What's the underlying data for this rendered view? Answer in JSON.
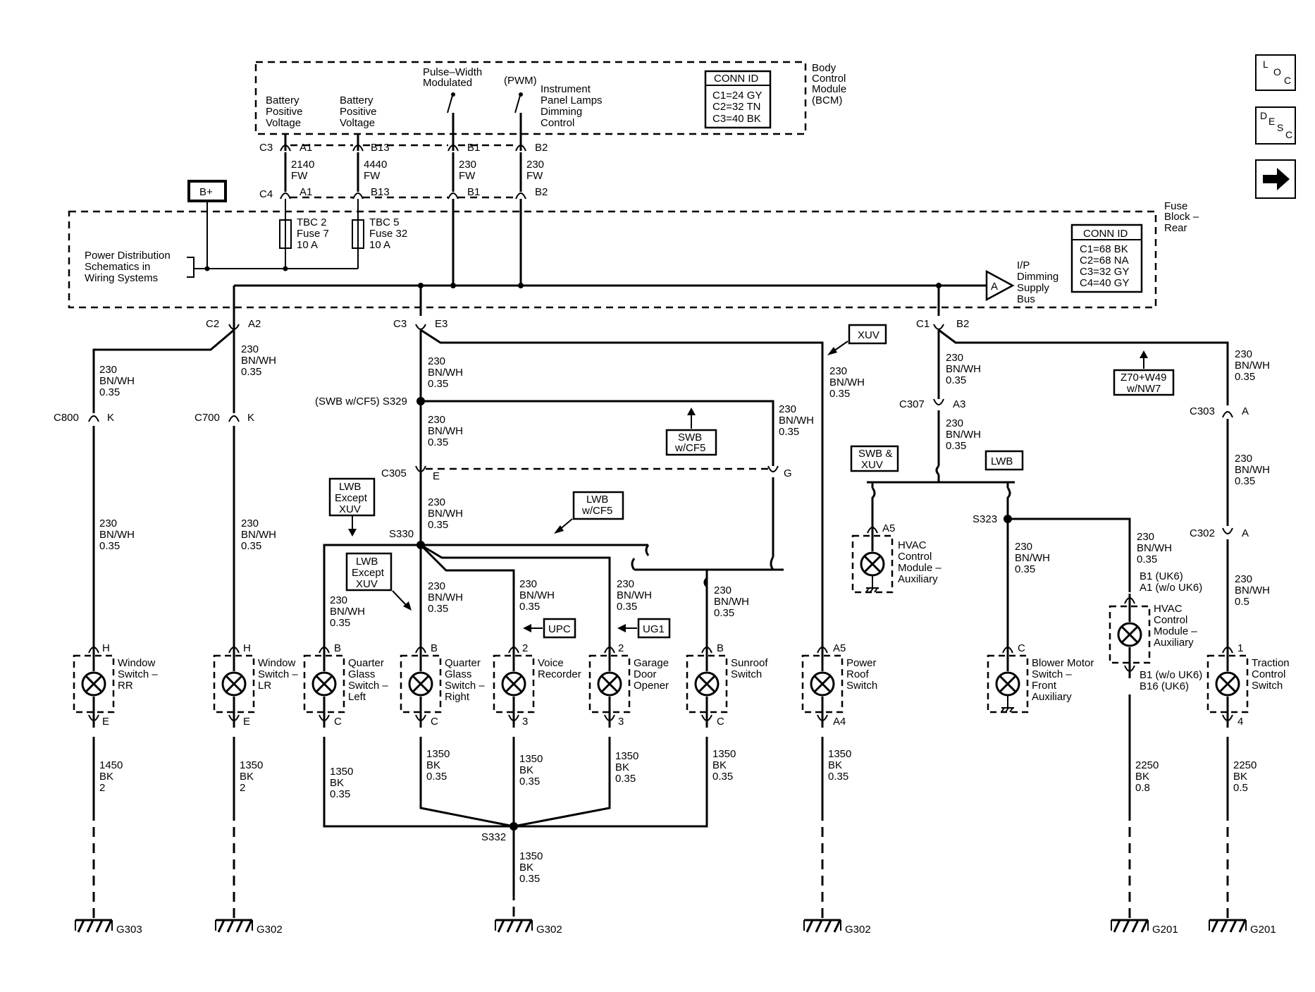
{
  "bcm": {
    "title_lines": [
      "Body",
      "Control",
      "Module",
      "(BCM)"
    ],
    "inputs": [
      {
        "label_lines": [
          "Battery",
          "Positive",
          "Voltage"
        ]
      },
      {
        "label_lines": [
          "Battery",
          "Positive",
          "Voltage"
        ]
      },
      {
        "label_lines": [
          "Pulse–Width",
          "Modulated"
        ]
      },
      {
        "label_lines": [
          "(PWM)"
        ]
      }
    ],
    "ip_lamps_lines": [
      "Instrument",
      "Panel Lamps",
      "Dimming",
      "Control"
    ],
    "conn_id": {
      "title": "CONN ID",
      "lines": [
        "C1=24 GY",
        "C2=32 TN",
        "C3=40 BK"
      ]
    },
    "pins": [
      {
        "conn": "C3",
        "pin": "A1",
        "circuit": "2140",
        "color": "FW",
        "c4pin": "A1"
      },
      {
        "conn": "",
        "pin": "B13",
        "circuit": "4440",
        "color": "FW",
        "c4pin": "B13"
      },
      {
        "conn": "",
        "pin": "B1",
        "circuit": "230",
        "color": "FW",
        "c4pin": "B1"
      },
      {
        "conn": "",
        "pin": "B2",
        "circuit": "230",
        "color": "FW",
        "c4pin": "B2"
      }
    ],
    "c4_label": "C4"
  },
  "fuse_block": {
    "title_lines": [
      "Fuse",
      "Block –",
      "Rear"
    ],
    "bplus": "B+",
    "power_dist_lines": [
      "Power Distribution",
      "Schematics in",
      "Wiring Systems"
    ],
    "fuses": [
      {
        "lines": [
          "TBC 2",
          "Fuse 7",
          "10 A"
        ]
      },
      {
        "lines": [
          "TBC 5",
          "Fuse 32",
          "10 A"
        ]
      }
    ],
    "conn_id": {
      "title": "CONN ID",
      "lines": [
        "C1=68 BK",
        "C2=68 NA",
        "C3=32 GY",
        "C4=40 GY"
      ]
    },
    "ip_bus_lines": [
      "I/P",
      "Dimming",
      "Supply",
      "Bus"
    ],
    "ip_bus_symbol": "A",
    "outputs": [
      {
        "conn": "C2",
        "pin": "A2"
      },
      {
        "conn": "C3",
        "pin": "E3"
      },
      {
        "conn": "C1",
        "pin": "B2"
      }
    ]
  },
  "nav": {
    "loc": [
      "L",
      "O",
      "C"
    ],
    "desc": [
      "D",
      "E",
      "S",
      "C"
    ],
    "next": "➔"
  },
  "option_boxes": {
    "xuv": "XUV",
    "swb_cf5": [
      "SWB",
      "w/CF5"
    ],
    "lwb_except_xuv": [
      "LWB",
      "Except",
      "XUV"
    ],
    "lwb_cf5": [
      "LWB",
      "w/CF5"
    ],
    "lwb_except_xuv_2": [
      "LWB",
      "Except",
      "XUV"
    ],
    "upc": "UPC",
    "ug1": "UG1",
    "swb_xuv": [
      "SWB &",
      "XUV"
    ],
    "lwb": "LWB",
    "z70": [
      "Z70+W49",
      "w/NW7"
    ]
  },
  "splices": {
    "s329": "(SWB w/CF5) S329",
    "s330": "S330",
    "s332": "S332",
    "s323": "S323"
  },
  "inline_connectors": {
    "c800": {
      "conn": "C800",
      "pin": "K"
    },
    "c700": {
      "conn": "C700",
      "pin": "K"
    },
    "c305": {
      "conn": "C305",
      "pin": "E",
      "pin2": "G"
    },
    "c307": {
      "conn": "C307",
      "pin": "A3"
    },
    "c303": {
      "conn": "C303",
      "pin": "A"
    },
    "c302": {
      "conn": "C302",
      "pin": "A"
    }
  },
  "wires": {
    "w_c2_left": [
      "230",
      "BN/WH",
      "0.35"
    ],
    "w_c2_right": [
      "230",
      "BN/WH",
      "0.35"
    ],
    "w_e3_main": [
      "230",
      "BN/WH",
      "0.35"
    ],
    "w_xuv": [
      "230",
      "BN/WH",
      "0.35"
    ],
    "w_s329_down": [
      "230",
      "BN/WH",
      "0.35"
    ],
    "w_s329_right": [
      "230",
      "BN/WH",
      "0.35"
    ],
    "w_c305_down": [
      "230",
      "BN/WH",
      "0.35"
    ],
    "w_c1_down": [
      "230",
      "BN/WH",
      "0.35"
    ],
    "w_c307_down": [
      "230",
      "BN/WH",
      "0.35"
    ],
    "w_c1_right": [
      "230",
      "BN/WH",
      "0.35"
    ],
    "w_c303_down": [
      "230",
      "BN/WH",
      "0.35"
    ],
    "w_c302_down": [
      "230",
      "BN/WH",
      "0.5"
    ],
    "w_rr": [
      "230",
      "BN/WH",
      "0.35"
    ],
    "w_lr": [
      "230",
      "BN/WH",
      "0.35"
    ],
    "w_qgl": [
      "230",
      "BN/WH",
      "0.35"
    ],
    "w_qgr": [
      "230",
      "BN/WH",
      "0.35"
    ],
    "w_voice": [
      "230",
      "BN/WH",
      "0.35"
    ],
    "w_garage": [
      "230",
      "BN/WH",
      "0.35"
    ],
    "w_sunroof": [
      "230",
      "BN/WH",
      "0.35"
    ],
    "w_blower": [
      "230",
      "BN/WH",
      "0.35"
    ],
    "w_hvac2": [
      "230",
      "BN/WH",
      "0.35"
    ],
    "g_rr": [
      "1450",
      "BK",
      "2"
    ],
    "g_lr": [
      "1350",
      "BK",
      "2"
    ],
    "g_qgl": [
      "1350",
      "BK",
      "0.35"
    ],
    "g_qgr": [
      "1350",
      "BK",
      "0.35"
    ],
    "g_voice": [
      "1350",
      "BK",
      "0.35"
    ],
    "g_garage": [
      "1350",
      "BK",
      "0.35"
    ],
    "g_sunroof": [
      "1350",
      "BK",
      "0.35"
    ],
    "g_s332": [
      "1350",
      "BK",
      "0.35"
    ],
    "g_power_roof": [
      "1350",
      "BK",
      "0.35"
    ],
    "g_hvac2": [
      "2250",
      "BK",
      "0.8"
    ],
    "g_traction": [
      "2250",
      "BK",
      "0.5"
    ]
  },
  "components": [
    {
      "id": "rr",
      "label_lines": [
        "Window",
        "Switch –",
        "RR"
      ],
      "pin_top": "H",
      "pin_bottom": "E"
    },
    {
      "id": "lr",
      "label_lines": [
        "Window",
        "Switch –",
        "LR"
      ],
      "pin_top": "H",
      "pin_bottom": "E"
    },
    {
      "id": "qgl",
      "label_lines": [
        "Quarter",
        "Glass",
        "Switch –",
        "Left"
      ],
      "pin_top": "B",
      "pin_bottom": "C"
    },
    {
      "id": "qgr",
      "label_lines": [
        "Quarter",
        "Glass",
        "Switch –",
        "Right"
      ],
      "pin_top": "B",
      "pin_bottom": "C"
    },
    {
      "id": "voice",
      "label_lines": [
        "Voice",
        "Recorder"
      ],
      "pin_top": "2",
      "pin_bottom": "3"
    },
    {
      "id": "garage",
      "label_lines": [
        "Garage",
        "Door",
        "Opener"
      ],
      "pin_top": "2",
      "pin_bottom": "3"
    },
    {
      "id": "sunroof",
      "label_lines": [
        "Sunroof",
        "Switch"
      ],
      "pin_top": "B",
      "pin_bottom": "C"
    },
    {
      "id": "power_roof",
      "label_lines": [
        "Power",
        "Roof",
        "Switch"
      ],
      "pin_top": "A5",
      "pin_bottom": "A4"
    },
    {
      "id": "hvac1",
      "label_lines": [
        "HVAC",
        "Control",
        "Module –",
        "Auxiliary"
      ],
      "pin_top": "A5",
      "pin_bottom": ""
    },
    {
      "id": "blower",
      "label_lines": [
        "Blower Motor",
        "Switch –",
        "Front",
        "Auxiliary"
      ],
      "pin_top": "C",
      "pin_bottom": ""
    },
    {
      "id": "hvac2",
      "label_lines": [
        "HVAC",
        "Control",
        "Module –",
        "Auxiliary"
      ],
      "pin_top_lines": [
        "B1 (UK6)",
        "A1 (w/o UK6)"
      ],
      "pin_bottom_lines": [
        "B1 (w/o UK6)",
        "B16 (UK6)"
      ]
    },
    {
      "id": "traction",
      "label_lines": [
        "Traction",
        "Control",
        "Switch"
      ],
      "pin_top": "1",
      "pin_bottom": "4"
    }
  ],
  "grounds": [
    "G303",
    "G302",
    "G302",
    "G302",
    "G201",
    "G201"
  ]
}
